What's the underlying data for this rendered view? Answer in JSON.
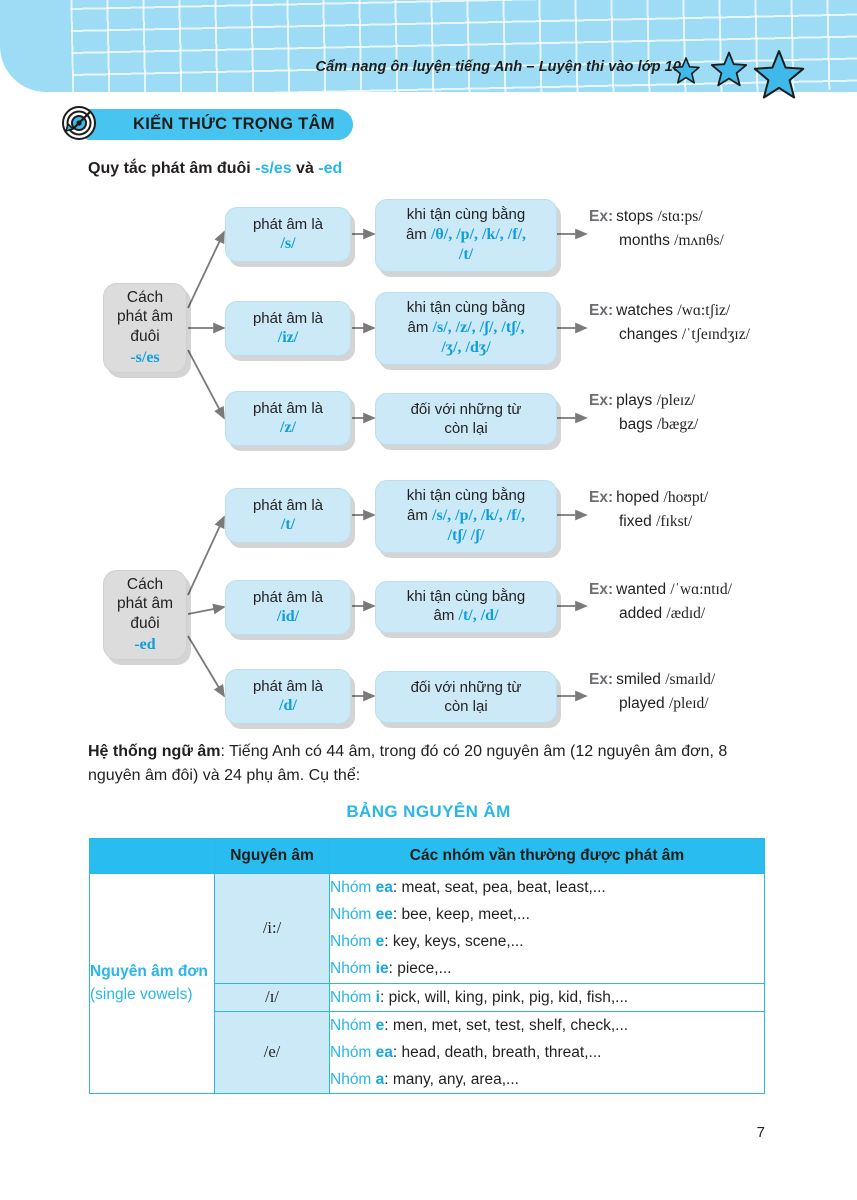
{
  "banner": {
    "title": "Cẩm nang ôn luyện tiếng Anh – Luyện thi vào lớp 10",
    "stars_icon": "star-icon",
    "color": "#9ddcf4"
  },
  "section": {
    "icon": "target-icon",
    "heading": "KIẾN THỨC TRỌNG TÂM",
    "pill_color": "#47c4ef"
  },
  "subheading": {
    "prefix": "Quy tắc phát âm đuôi ",
    "code1": "-s/es",
    "middle": " và ",
    "code2": "-ed"
  },
  "accent_color": "#29b6e8",
  "flowcharts": [
    {
      "id": "s-es",
      "root": {
        "line1": "Cách",
        "line2": "phát âm",
        "line3": "đuôi",
        "code": "-s/es"
      },
      "branches": [
        {
          "rule": {
            "label": "phát âm là",
            "ipa": "/s/"
          },
          "condition": {
            "line1": "khi tận cùng bằng",
            "line2_prefix": "âm ",
            "line2_ipa": "/θ/, /p/, /k/, /f/,",
            "line3_ipa": "/t/"
          },
          "example": {
            "label": "Ex:",
            "word1": "stops",
            "ipa1": "/stɑ:ps/",
            "word2": "months",
            "ipa2": "/mʌnθs/"
          }
        },
        {
          "rule": {
            "label": "phát âm là",
            "ipa": "/iz/"
          },
          "condition": {
            "line1": "khi tận cùng bằng",
            "line2_prefix": "âm ",
            "line2_ipa": "/s/, /z/, /ʃ/, /tʃ/,",
            "line3_ipa": "/ʒ/, /dʒ/"
          },
          "example": {
            "label": "Ex:",
            "word1": "watches",
            "ipa1": "/wɑ:tʃiz/",
            "word2": "changes",
            "ipa2": "/ˈtʃeɪndʒɪz/"
          }
        },
        {
          "rule": {
            "label": "phát âm là",
            "ipa": "/z/"
          },
          "condition": {
            "line1": "đối với những từ",
            "line2_prefix": "còn lại",
            "line2_ipa": "",
            "line3_ipa": ""
          },
          "example": {
            "label": "Ex:",
            "word1": "plays",
            "ipa1": "/pleɪz/",
            "word2": "bags",
            "ipa2": "/bægz/"
          }
        }
      ]
    },
    {
      "id": "ed",
      "root": {
        "line1": "Cách",
        "line2": "phát âm",
        "line3": "đuôi",
        "code": "-ed"
      },
      "branches": [
        {
          "rule": {
            "label": "phát âm là",
            "ipa": "/t/"
          },
          "condition": {
            "line1": "khi tận cùng bằng",
            "line2_prefix": "âm ",
            "line2_ipa": "/s/, /p/, /k/, /f/,",
            "line3_ipa": "/tʃ/ /ʃ/"
          },
          "example": {
            "label": "Ex:",
            "word1": "hoped",
            "ipa1": "/hoʊpt/",
            "word2": "fixed",
            "ipa2": "/fɪkst/"
          }
        },
        {
          "rule": {
            "label": "phát âm là",
            "ipa": "/id/"
          },
          "condition": {
            "line1": "khi tận cùng bằng",
            "line2_prefix": "âm ",
            "line2_ipa": "/t/, /d/",
            "line3_ipa": ""
          },
          "example": {
            "label": "Ex:",
            "word1": "wanted",
            "ipa1": "/ˈwɑ:ntɪd/",
            "word2": "added",
            "ipa2": "/ædɪd/"
          }
        },
        {
          "rule": {
            "label": "phát âm là",
            "ipa": "/d/"
          },
          "condition": {
            "line1": "đối với những từ",
            "line2_prefix": "còn lại",
            "line2_ipa": "",
            "line3_ipa": ""
          },
          "example": {
            "label": "Ex:",
            "word1": "smiled",
            "ipa1": "/smaɪld/",
            "word2": "played",
            "ipa2": "/pleɪd/"
          }
        }
      ]
    }
  ],
  "paragraph": {
    "bold": "Hệ thống ngữ âm",
    "rest": ": Tiếng Anh có 44 âm, trong đó có 20 nguyên âm (12 nguyên âm đơn, 8 nguyên âm đôi) và 24 phụ âm. Cụ thể:"
  },
  "table": {
    "title": "BẢNG NGUYÊN ÂM",
    "headers": [
      "",
      "Nguyên âm",
      "Các nhóm vần thường được phát âm"
    ],
    "row_label": {
      "bold": "Nguyên âm đơn",
      "normal": " (single vowels)"
    },
    "rows": [
      {
        "ipa": "/i:/",
        "groups": [
          {
            "prefix": "Nhóm ",
            "key": "ea",
            "words": ": meat, seat, pea, beat, least,..."
          },
          {
            "prefix": "Nhóm ",
            "key": "ee",
            "words": ": bee, keep, meet,..."
          },
          {
            "prefix": "Nhóm ",
            "key": "e",
            "words": ": key, keys, scene,..."
          },
          {
            "prefix": "Nhóm ",
            "key": "ie",
            "words": ": piece,..."
          }
        ]
      },
      {
        "ipa": "/ɪ/",
        "groups": [
          {
            "prefix": "Nhóm ",
            "key": "i",
            "words": ": pick, will, king, pink, pig, kid, fish,..."
          }
        ]
      },
      {
        "ipa": "/e/",
        "groups": [
          {
            "prefix": "Nhóm ",
            "key": "e",
            "words": ": men, met, set, test, shelf, check,..."
          },
          {
            "prefix": "Nhóm ",
            "key": "ea",
            "words": ": head, death, breath, threat,..."
          },
          {
            "prefix": "Nhóm ",
            "key": "a",
            "words": ": many, any, area,..."
          }
        ]
      }
    ]
  },
  "page_number": "7"
}
